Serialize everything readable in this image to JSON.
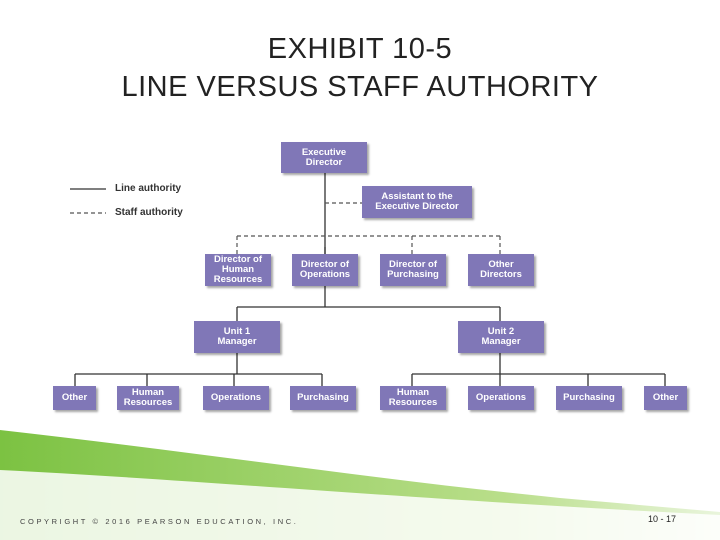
{
  "slide": {
    "title_line1": "EXHIBIT 10-5",
    "title_line2": "LINE VERSUS STAFF AUTHORITY"
  },
  "legend": {
    "line_label": "Line authority",
    "staff_label": "Staff authority"
  },
  "org": {
    "executive": "Executive\nDirector",
    "assistant": "Assistant to the\nExecutive Director",
    "directors": [
      "Director of\nHuman\nResources",
      "Director of\nOperations",
      "Director of\nPurchasing",
      "Other\nDirectors"
    ],
    "unit1": "Unit 1\nManager",
    "unit2": "Unit 2\nManager",
    "unit1_staff": [
      "Other",
      "Human\nResources",
      "Operations",
      "Purchasing"
    ],
    "unit2_staff": [
      "Human\nResources",
      "Operations",
      "Purchasing",
      "Other"
    ]
  },
  "footer": {
    "copyright": "COPYRIGHT © 2016 PEARSON EDUCATION, INC.",
    "page": "10 - 17"
  },
  "colors": {
    "box": "#8077b7",
    "accent_green": "#8dc63f"
  }
}
